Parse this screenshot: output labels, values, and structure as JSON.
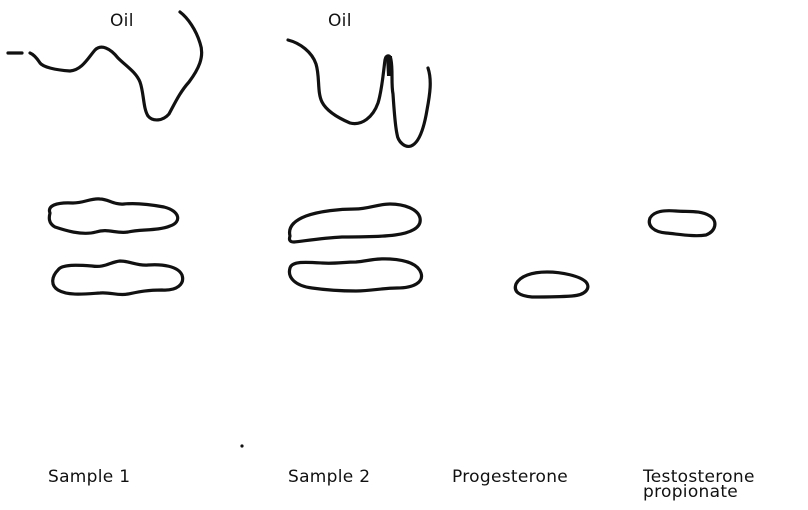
{
  "annotations": {
    "oil_1": "Oil",
    "oil_2": "Oil"
  },
  "lanes": [
    {
      "label": "Sample 1"
    },
    {
      "label": "Sample 2"
    },
    {
      "label": "Progesterone"
    },
    {
      "label_line1": "Testosterone",
      "label_line2": "propionate"
    }
  ],
  "colors": {
    "ink": "#111111",
    "background": "#ffffff"
  }
}
